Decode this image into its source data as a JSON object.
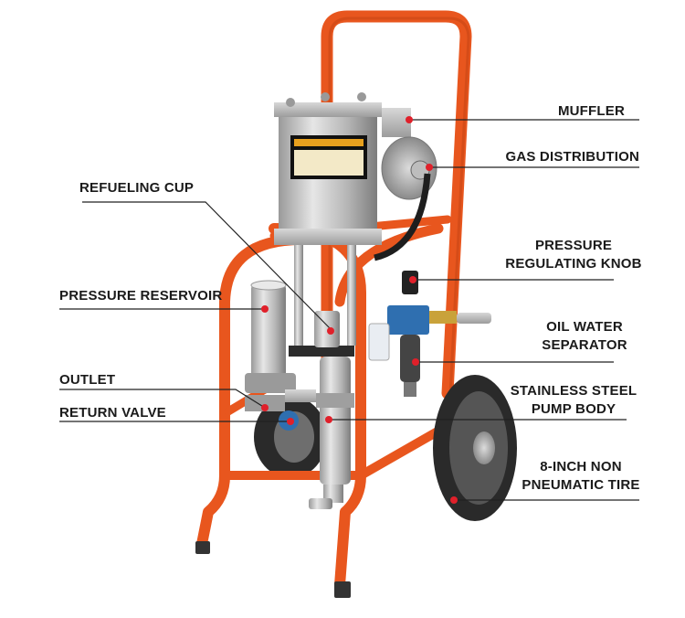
{
  "labels": {
    "muffler": "MUFFLER",
    "gas_distribution": "GAS DISTRIBUTION",
    "refueling_cup": "REFUELING CUP",
    "pressure_regulating_knob": [
      "PRESSURE",
      "REGULATING KNOB"
    ],
    "pressure_reservoir": "PRESSURE RESERVOIR",
    "oil_water_separator": [
      "OIL WATER",
      "SEPARATOR"
    ],
    "outlet": "OUTLET",
    "stainless_steel_pump_body": [
      "STAINLESS STEEL",
      "PUMP BODY"
    ],
    "return_valve": "RETURN VALVE",
    "tire": [
      "8-INCH NON",
      "PNEUMATIC TIRE"
    ]
  },
  "colors": {
    "frame": "#e8561e",
    "frame_shade": "#b83e10",
    "steel": "#c9c9c9",
    "steel_dark": "#8a8a8a",
    "tire": "#2a2a2a",
    "leader": "#222222",
    "dot": "#e0202a",
    "valve_blue": "#2f6fb0",
    "brass": "#c9a23a"
  }
}
